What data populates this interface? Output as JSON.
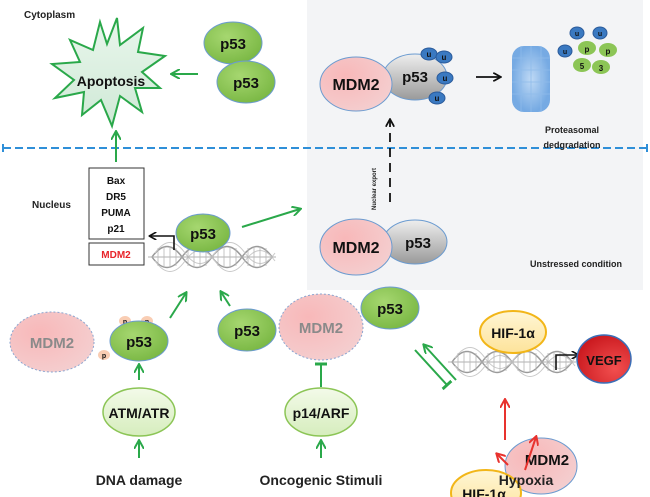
{
  "regions": {
    "cytoplasm": "Cytoplasm",
    "nucleus": "Nucleus",
    "unstressed": "Unstressed condition"
  },
  "colors": {
    "activation_green": "#2aa84a",
    "hypoxia_red": "#e8322e",
    "membrane_blue": "#2f8fd8",
    "panel_gray": "#f3f4f6",
    "p53_green": "#8cc556",
    "mdm2_pink": "#f4a9ab",
    "hif_yellow": "#fde9a6",
    "vegf_red": "#d91f26",
    "ubiquitin_blue": "#3a79c1"
  },
  "cytoplasm": {
    "apoptosis": "Apoptosis",
    "p53_dimer": [
      "p53",
      "p53"
    ]
  },
  "degradation": {
    "mdm2": "MDM2",
    "p53": "p53",
    "ubiquitin": [
      "u",
      "u",
      "u",
      "u"
    ],
    "fragments": {
      "ubiquitin": [
        "u",
        "u",
        "u"
      ],
      "peptides": [
        "p",
        "p",
        "5",
        "3"
      ]
    },
    "caption_line1": "Proteasomal",
    "caption_line2": "dedgradation",
    "nuclear_export": "Nuclear export"
  },
  "nuclear_complex": {
    "mdm2": "MDM2",
    "p53": "p53"
  },
  "target_genes": [
    "Bax",
    "DR5",
    "PUMA",
    "p21"
  ],
  "mdm2_gene": "MDM2",
  "dna_p53": "p53",
  "dna_damage": {
    "mdm2": "MDM2",
    "p53": "p53",
    "phospho": [
      "p",
      "p",
      "p"
    ],
    "kinase": "ATM/ATR",
    "stimulus": "DNA damage"
  },
  "oncogenic": {
    "p53": "p53",
    "mdm2": "MDM2",
    "arf": "p14/ARF",
    "stimulus": "Oncogenic Stimuli"
  },
  "hypoxia": {
    "p53": "p53",
    "hif_dna": "HIF-1α",
    "vegf": "VEGF",
    "hif": "HIF-1α",
    "mdm2": "MDM2",
    "stimulus": "Hypoxia"
  }
}
